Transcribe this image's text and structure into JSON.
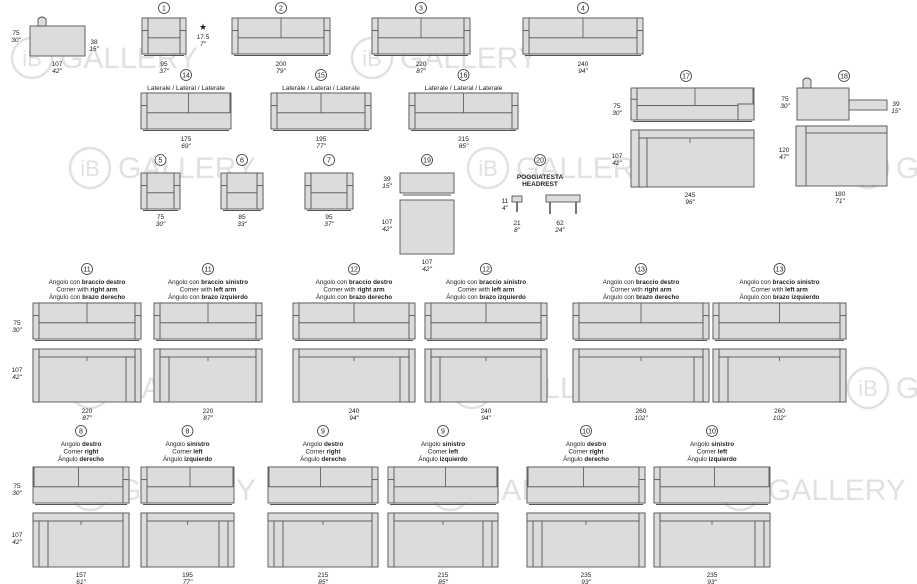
{
  "watermark": {
    "logo": "iB",
    "text": "GALLERY"
  },
  "colors": {
    "fill": "#dcdcdc",
    "stroke": "#555555",
    "text": "#222222",
    "dim": "#444444",
    "watermark": "#c9c9c9"
  },
  "labels": {
    "lateral": "Laterale / Lateral / Laterale",
    "pouf": "POGGIATESTA",
    "headrest": "HEADREST",
    "corner_right_arm": [
      "Angolo con ",
      "braccio destro",
      "Corner with ",
      "right arm",
      "Ángulo con ",
      "brazo derecho"
    ],
    "corner_left_arm": [
      "Angolo con ",
      "braccio sinistro",
      "Corner with ",
      "left arm",
      "Ángulo con ",
      "brazo izquierdo"
    ],
    "corner_right": [
      "Angolo ",
      "destro",
      "Corner ",
      "right",
      "Ángulo ",
      "derecho"
    ],
    "corner_left": [
      "Angolo ",
      "sinistro",
      "Corner ",
      "left",
      "Ángulo ",
      "izquierdo"
    ]
  },
  "star": "★",
  "top_left": {
    "h_cm": "75",
    "h_in": "30\"",
    "d_cm": "38",
    "d_in": "15\"",
    "w_cm": "107",
    "w_in": "42\""
  },
  "top_sofas": [
    {
      "num": "1",
      "w_cm": "95",
      "w_in": "37\"",
      "extra_cm": "17.5",
      "extra_in": "7\""
    },
    {
      "num": "2",
      "w_cm": "200",
      "w_in": "79\""
    },
    {
      "num": "3",
      "w_cm": "220",
      "w_in": "87\""
    },
    {
      "num": "4",
      "w_cm": "240",
      "w_in": "94\""
    }
  ],
  "laterals": [
    {
      "num": "14",
      "w_cm": "175",
      "w_in": "69\""
    },
    {
      "num": "15",
      "w_cm": "195",
      "w_in": "77\""
    },
    {
      "num": "16",
      "w_cm": "215",
      "w_in": "85\""
    }
  ],
  "armchairs": [
    {
      "num": "5",
      "w_cm": "75",
      "w_in": "30\""
    },
    {
      "num": "6",
      "w_cm": "85",
      "w_in": "33\""
    },
    {
      "num": "7",
      "w_cm": "95",
      "w_in": "37\""
    }
  ],
  "ottoman": {
    "num": "19",
    "h_cm": "39",
    "h_in": "15\"",
    "d_cm": "107",
    "d_in": "42\"",
    "w_cm": "107",
    "w_in": "42\""
  },
  "headrest": {
    "num": "20",
    "h_cm": "11",
    "h_in": "4\"",
    "w1_cm": "21",
    "w1_in": "8\"",
    "w2_cm": "62",
    "w2_in": "24\""
  },
  "chaise17": {
    "num": "17",
    "h_cm": "75",
    "h_in": "30\"",
    "d_cm": "107",
    "d_in": "42\"",
    "w_cm": "245",
    "w_in": "96\""
  },
  "chaise18": {
    "num": "18",
    "h_cm": "75",
    "h_in": "30\"",
    "h2_cm": "39",
    "h2_in": "15\"",
    "d_cm": "120",
    "d_in": "47\"",
    "w_cm": "180",
    "w_in": "71\""
  },
  "corners_row1": [
    {
      "num": "11",
      "label": "corner_right_arm",
      "w_cm": "220",
      "w_in": "87\""
    },
    {
      "num": "11",
      "label": "corner_left_arm",
      "w_cm": "220",
      "w_in": "87\""
    },
    {
      "num": "12",
      "label": "corner_right_arm",
      "w_cm": "240",
      "w_in": "94\""
    },
    {
      "num": "12",
      "label": "corner_left_arm",
      "w_cm": "240",
      "w_in": "94\""
    },
    {
      "num": "13",
      "label": "corner_right_arm",
      "w_cm": "260",
      "w_in": "102\""
    },
    {
      "num": "13",
      "label": "corner_left_arm",
      "w_cm": "260",
      "w_in": "102\""
    }
  ],
  "corners_row2": [
    {
      "num": "8",
      "label": "corner_right",
      "w_cm": "157",
      "w_in": "61\""
    },
    {
      "num": "8",
      "label": "corner_left",
      "w_cm": "195",
      "w_in": "77\""
    },
    {
      "num": "9",
      "label": "corner_right",
      "w_cm": "215",
      "w_in": "85\""
    },
    {
      "num": "9",
      "label": "corner_left",
      "w_cm": "215",
      "w_in": "85\""
    },
    {
      "num": "10",
      "label": "corner_right",
      "w_cm": "235",
      "w_in": "93\""
    },
    {
      "num": "10",
      "label": "corner_left",
      "w_cm": "235",
      "w_in": "93\""
    }
  ],
  "row_dims": {
    "h_cm": "75",
    "h_in": "30\"",
    "d_cm": "107",
    "d_in": "42\""
  }
}
